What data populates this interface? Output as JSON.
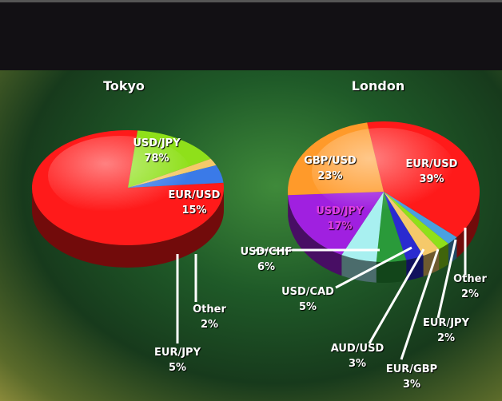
{
  "chart_data": [
    {
      "type": "pie",
      "title": "Tokyo",
      "slices": [
        {
          "label": "USD/JPY",
          "value": 78,
          "color": "#ff1a1a"
        },
        {
          "label": "EUR/USD",
          "value": 15,
          "color": "#8fe01a"
        },
        {
          "label": "Other",
          "value": 2,
          "color": "#f5c96a"
        },
        {
          "label": "EUR/JPY",
          "value": 5,
          "color": "#3a7ae8"
        }
      ]
    },
    {
      "type": "pie",
      "title": "London",
      "slices": [
        {
          "label": "EUR/USD",
          "value": 39,
          "color": "#ff1a1a"
        },
        {
          "label": "Other",
          "value": 2,
          "color": "#4aa0e0"
        },
        {
          "label": "EUR/JPY",
          "value": 2,
          "color": "#8fe01a"
        },
        {
          "label": "EUR/GBP",
          "value": 3,
          "color": "#f5c96a"
        },
        {
          "label": "AUD/USD",
          "value": 3,
          "color": "#2a2ad0"
        },
        {
          "label": "USD/CAD",
          "value": 5,
          "color": "#2a9a3a"
        },
        {
          "label": "USD/CHF",
          "value": 6,
          "color": "#a8f0f0"
        },
        {
          "label": "USD/JPY",
          "value": 17,
          "color": "#a020e0"
        },
        {
          "label": "GBP/USD",
          "value": 23,
          "color": "#ff9a2a"
        }
      ]
    }
  ]
}
